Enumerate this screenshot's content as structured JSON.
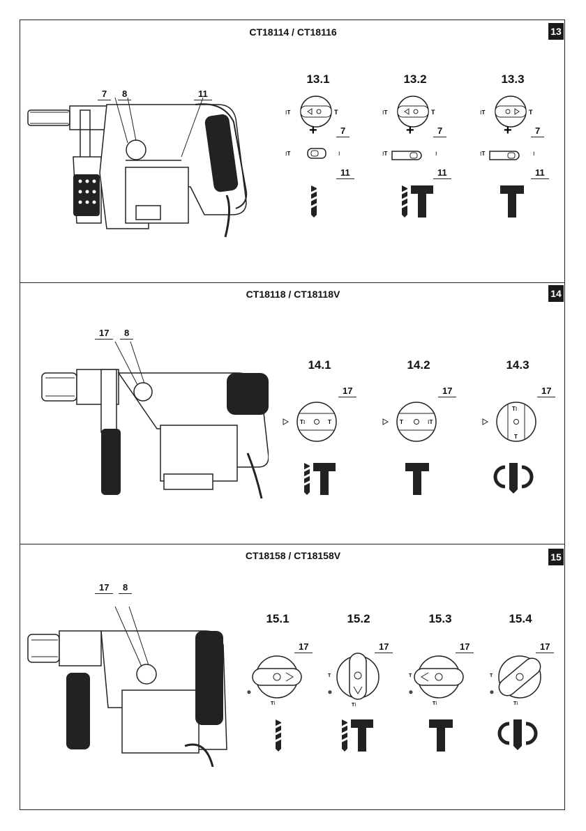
{
  "sections": [
    {
      "badge": "13",
      "model": "CT18114 / CT18116",
      "callouts": [
        "7",
        "8",
        "11"
      ],
      "diagram_labels": [
        "13.1",
        "13.2",
        "13.3"
      ],
      "dial_callout": "7",
      "switch_callout": "11",
      "modes": [
        "drill-icon",
        "hammer-drill-icon",
        "hammer-icon"
      ]
    },
    {
      "badge": "14",
      "model": "CT18118 / CT18118V",
      "callouts": [
        "17",
        "8"
      ],
      "diagram_labels": [
        "14.1",
        "14.2",
        "14.3"
      ],
      "dial_callout": "17",
      "modes": [
        "hammer-drill-icon",
        "hammer-icon",
        "chisel-adjust-icon"
      ]
    },
    {
      "badge": "15",
      "model": "CT18158 /  CT18158V",
      "callouts": [
        "17",
        "8"
      ],
      "diagram_labels": [
        "15.1",
        "15.2",
        "15.3",
        "15.4"
      ],
      "dial_callout": "17",
      "modes": [
        "drill-icon",
        "hammer-drill-icon",
        "hammer-icon",
        "chisel-adjust-icon"
      ]
    }
  ]
}
